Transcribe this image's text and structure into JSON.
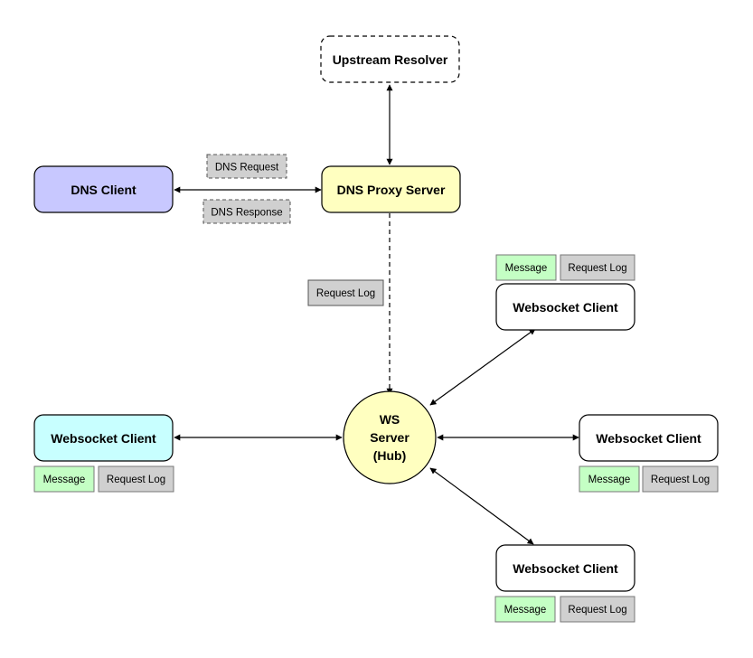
{
  "nodes": {
    "upstream_resolver": "Upstream Resolver",
    "dns_client": "DNS Client",
    "dns_proxy_server": "DNS Proxy Server",
    "ws_server": [
      "WS",
      "Server",
      "(Hub)"
    ],
    "ws_client_left": "Websocket Client",
    "ws_client_top_right": "Websocket Client",
    "ws_client_right": "Websocket Client",
    "ws_client_bottom": "Websocket Client"
  },
  "labels": {
    "dns_request": "DNS Request",
    "dns_response": "DNS Response",
    "request_log": "Request Log",
    "message": "Message"
  },
  "colors": {
    "dns_client_fill": "#c8c8ff",
    "proxy_fill": "#ffffc0",
    "hub_fill": "#ffffc0",
    "ws_client_left_fill": "#c8ffff",
    "ws_client_fill": "#ffffff",
    "message_fill": "#c4ffc4",
    "request_log_fill": "#d0d0d0"
  }
}
